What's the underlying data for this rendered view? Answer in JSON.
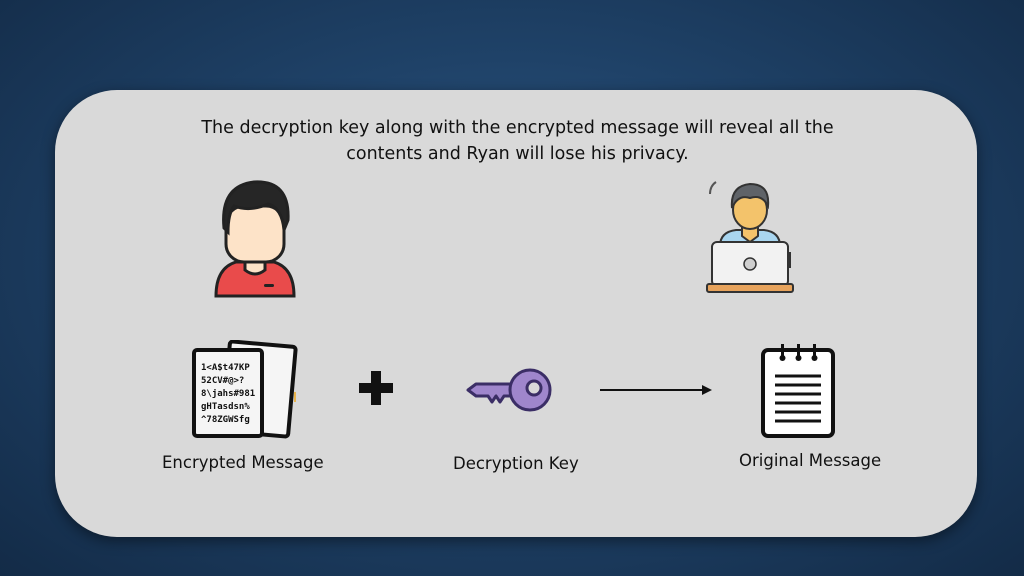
{
  "caption": {
    "line1": "The decryption key along with the encrypted message will reveal all the",
    "line2": "contents and Ryan will lose his privacy."
  },
  "encrypted_message": {
    "label": "Encrypted Message",
    "cipher_lines": [
      "1<A$t47KP",
      "52CV#@>?",
      "8\\jahs#981",
      "gHTasdsn%",
      "^78ZGWSfg"
    ]
  },
  "decryption_key": {
    "label": "Decryption Key"
  },
  "original_message": {
    "label": "Original Message"
  },
  "icons": {
    "ryan": "person-avatar-icon",
    "attacker": "person-at-laptop-icon",
    "plus": "plus-icon",
    "key": "key-icon",
    "arrow": "arrow-right-icon",
    "notepad": "notepad-document-icon"
  },
  "colors": {
    "background": "#1f4268",
    "card": "#d9d9d9",
    "shirt_red": "#e94b4b",
    "key_purple": "#9f86cc",
    "laptop_shirt": "#a9d6f0"
  }
}
